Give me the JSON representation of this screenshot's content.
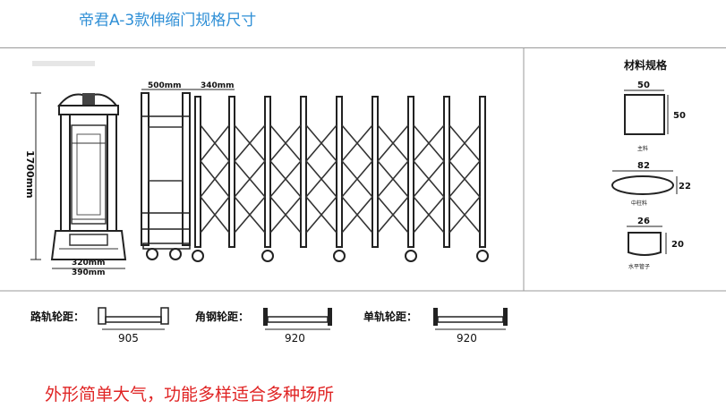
{
  "title": "帝君A-3款伸缩门规格尺寸",
  "dimensions": {
    "width_500": "500mm",
    "width_340": "340mm",
    "height": "1700mm",
    "base_inner": "320mm",
    "base_outer": "390mm"
  },
  "materials": {
    "heading": "材料规格",
    "main_tube": {
      "w": "50",
      "h": "50",
      "name": "主料"
    },
    "middle_column": {
      "w": "82",
      "h": "22",
      "name": "中柱料"
    },
    "horizontal": {
      "w": "26",
      "h": "20",
      "name": "水平管子"
    }
  },
  "wheel_gauge": [
    {
      "label": "路轨轮距：",
      "value": "905"
    },
    {
      "label": "角钢轮距：",
      "value": "920"
    },
    {
      "label": "单轨轮距：",
      "value": "920"
    }
  ],
  "slogan": "外形简单大气，功能多样适合多种场所"
}
